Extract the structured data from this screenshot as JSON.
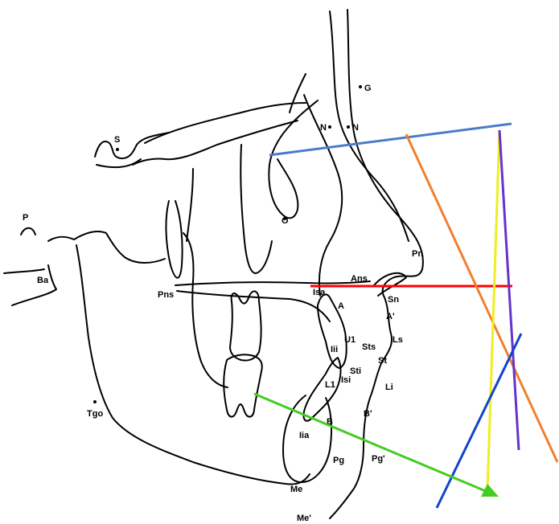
{
  "landmarks": {
    "G": "G",
    "N": "N",
    "N_soft": "N",
    "S": "S",
    "P": "P",
    "O": "O",
    "Pn": "Pn",
    "Ba": "Ba",
    "Pns": "Pns",
    "Ans": "Ans",
    "Isa": "Isa",
    "A": "A",
    "Sn": "Sn",
    "A_soft": "A'",
    "U1": "U1",
    "Ls": "Ls",
    "Iii": "Iii",
    "Sts": "Sts",
    "St": "St",
    "Sti": "Sti",
    "Isi": "Isi",
    "L1": "L1",
    "Li": "Li",
    "B": "B",
    "B_soft": "B'",
    "Tgo": "Tgo",
    "Iia": "Iia",
    "Pg": "Pg",
    "Pg_soft": "Pg'",
    "Me": "Me",
    "Me_soft": "Me'"
  },
  "colors": {
    "tracing": "#000000",
    "reference_line_upper": "#4a7cc9",
    "horizontal_line": "#ff0000",
    "diagonal_line": "#f08030",
    "vertical_line_yellow": "#eeee22",
    "vertical_line_purple": "#6633cc",
    "diagonal_line_blue": "#1144cc",
    "arrow_line": "#44cc22"
  }
}
